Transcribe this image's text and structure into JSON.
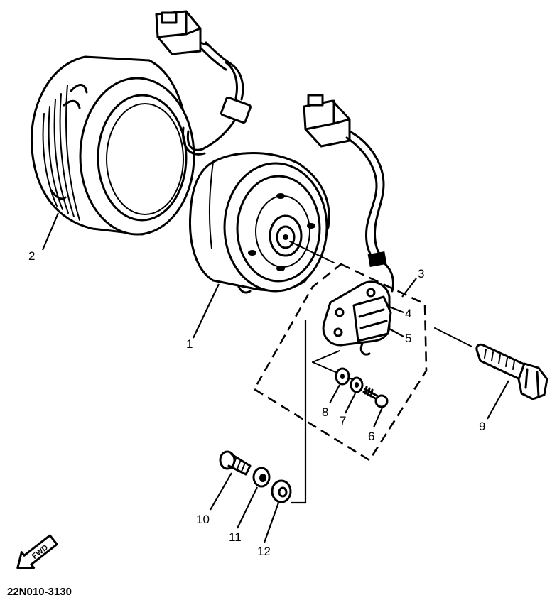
{
  "callouts": {
    "c1": "1",
    "c2": "2",
    "c3": "3",
    "c4": "4",
    "c5": "5",
    "c6": "6",
    "c7": "7",
    "c8": "8",
    "c9": "9",
    "c10": "10",
    "c11": "11",
    "c12": "12"
  },
  "diagram_code": "22N010-3130",
  "fwd_label": "FWD",
  "icons": {
    "fwd_arrow": "fwd-arrow-icon"
  }
}
